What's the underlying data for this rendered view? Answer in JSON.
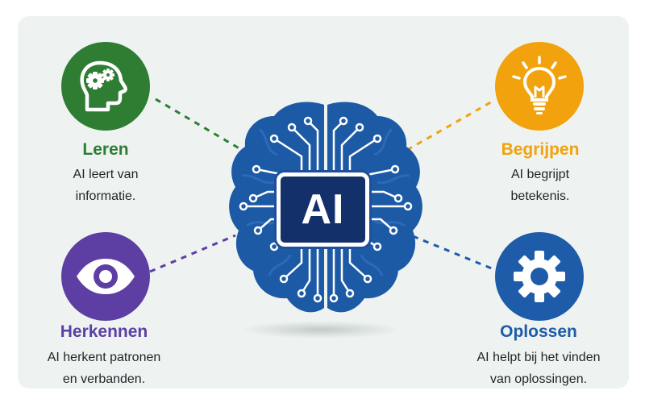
{
  "center": {
    "label": "AI"
  },
  "colors": {
    "leren": "#2e7d32",
    "begrijpen": "#f2a20c",
    "herkennen": "#5d3fa3",
    "oplossen": "#1e5ba8",
    "brain": "#1d5aa6"
  },
  "concepts": [
    {
      "id": "leren",
      "icon": "head-gears-icon",
      "title": "Leren",
      "desc_line1": "AI leert van",
      "desc_line2": "informatie."
    },
    {
      "id": "begrijpen",
      "icon": "lightbulb-icon",
      "title": "Begrijpen",
      "desc_line1": "AI begrijpt",
      "desc_line2": "betekenis."
    },
    {
      "id": "herkennen",
      "icon": "eye-icon",
      "title": "Herkennen",
      "desc_line1": "AI herkent patronen",
      "desc_line2": "en verbanden."
    },
    {
      "id": "oplossen",
      "icon": "gear-icon",
      "title": "Oplossen",
      "desc_line1": "AI helpt bij het vinden",
      "desc_line2": "van oplossingen."
    }
  ]
}
